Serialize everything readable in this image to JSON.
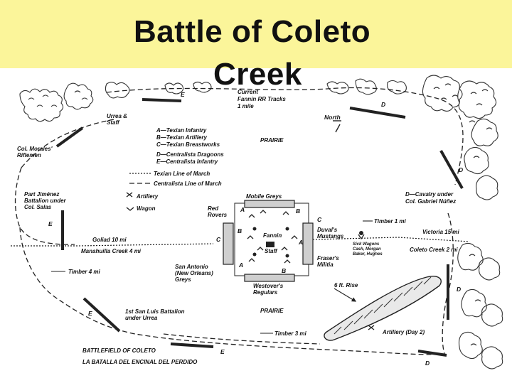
{
  "title": {
    "line1": "Battle of Coleto",
    "line2": "Creek"
  },
  "map": {
    "labels": {
      "current_rr": "Current",
      "fannin_rr": "Fannin RR Tracks",
      "one_mile": "1 mile",
      "urrea_staff_1": "Urrea &",
      "urrea_staff_2": "Staff",
      "north": "North",
      "prairie_top": "PRAIRIE",
      "prairie_bottom": "PRAIRIE",
      "morales_1": "Col. Morales'",
      "morales_2": "Riflemen",
      "jimenez_1": "Part Jiménez",
      "jimenez_2": "Battalion under",
      "jimenez_3": "Col. Salas",
      "mobile_greys": "Mobile Greys",
      "red_rovers_1": "Red",
      "red_rovers_2": "Rovers",
      "fannin": "Fannin",
      "staff": "Staff",
      "duval_1": "Duval's",
      "duval_2": "Mustangs",
      "fraser_1": "Fraser's",
      "fraser_2": "Militia",
      "sick_1": "Sick Wagons",
      "sick_2": "Cash, Morgan",
      "sick_3": "Baker, Hughes",
      "sa_1": "San Antonio",
      "sa_2": "(New Orleans)",
      "sa_3": "Greys",
      "westover_1": "Westover's",
      "westover_2": "Regulars",
      "six_ft_rise": "6 ft. Rise",
      "cavalry_1": "D—Cavalry under",
      "cavalry_2": "Col. Gabriel Núñez",
      "timber_1mi": "Timber 1 mi",
      "victoria": "Victoria 15 mi",
      "coleto_creek": "Coleto Creek 2 mi",
      "goliad": "Goliad 10 mi",
      "manahuilla": "Manahuilla Creek 4 mi",
      "timber_4mi": "Timber 4 mi",
      "san_luis_1": "1st San Luis Battalion",
      "san_luis_2": "under Urrea",
      "timber_3mi": "Timber 3 mi",
      "artillery_day2": "Artillery (Day 2)",
      "battlefield_en": "BATTLEFIELD OF COLETO",
      "battlefield_es": "LA BATALLA DEL ENCINAL DEL PERDIDO"
    },
    "legend": {
      "a": "A—Texian Infantry",
      "b": "B—Texian Artillery",
      "c": "C—Texian Breastworks",
      "d": "D—Centralista Dragoons",
      "e": "E—Centralista Infantry",
      "texian_march": "Texian Line of March",
      "centralista_march": "Centralista Line of March",
      "artillery": "Artillery",
      "wagon": "Wagon"
    },
    "markers": {
      "e": "E",
      "d": "D",
      "a": "A",
      "b": "B",
      "c": "C"
    }
  }
}
